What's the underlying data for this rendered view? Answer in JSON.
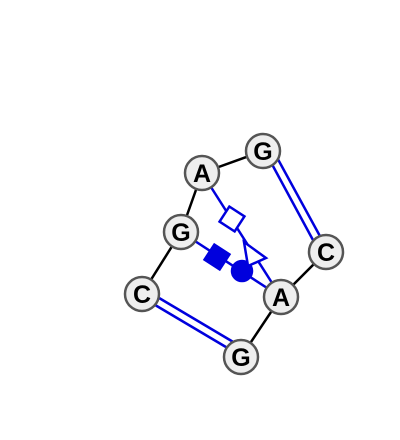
{
  "diagram": {
    "nucleotides": [
      {
        "id": "A1",
        "label": "A"
      },
      {
        "id": "G1",
        "label": "G"
      },
      {
        "id": "C1",
        "label": "C"
      },
      {
        "id": "A2",
        "label": "A"
      },
      {
        "id": "G2",
        "label": "G"
      },
      {
        "id": "C2",
        "label": "C"
      },
      {
        "id": "G3",
        "label": "G"
      }
    ],
    "backbone": [
      [
        "A1",
        "G1"
      ],
      [
        "G1",
        "C1"
      ],
      [
        "C1",
        "G3"
      ],
      [
        "A2",
        "G3"
      ],
      [
        "A2",
        "C2"
      ],
      [
        "A1",
        "G2"
      ]
    ],
    "pairs": [
      {
        "from": "G2",
        "to": "C2",
        "style": "double-line"
      },
      {
        "from": "C1",
        "to": "G3",
        "style": "double-line"
      },
      {
        "from": "A1",
        "to": "A2",
        "style": "square-open"
      },
      {
        "from": "G1",
        "to": "A2",
        "style": "square-filled-circle-filled"
      },
      {
        "from": "A2",
        "to": "G1",
        "style": "triangle-open"
      }
    ],
    "colors": {
      "backbone": "#000000",
      "pair": "#0000dd",
      "node_fill": "#eeeeee",
      "node_stroke": "#555555"
    }
  }
}
